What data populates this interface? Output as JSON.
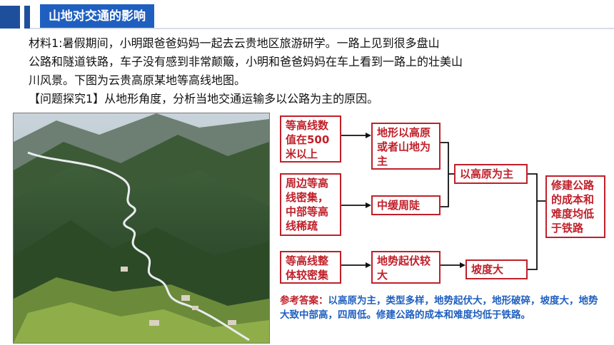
{
  "header": {
    "title": "山地对交通的影响"
  },
  "material": {
    "lines": [
      "材料1:暑假期间，小明跟爸爸妈妈一起去云贵地区旅游研学。一路上见到很多盘山",
      "公路和隧道铁路，车子没有感到非常颠簸，小明和爸爸妈妈在车上看到一路上的壮美山",
      "川风景。下图为云贵高原某地等高线地图。",
      "【问题探究1】从地形角度，分析当地交通运输多以公路为主的原因。"
    ]
  },
  "diagram": {
    "boxes": {
      "contour_over_500": "等高线数值在500米以上",
      "terrain_plateau_mountain": "地形以高原或者山地为主",
      "contour_dense_sparse": "周边等高线密集，中部等高线稀疏",
      "gentle_middle": "中缓周陡",
      "contour_dense_overall": "等高线整体较密集",
      "relief_large": "地势起伏较大",
      "mainly_plateau": "以高原为主",
      "slope_large": "坡度大",
      "conclusion": "修建公路的成本和难度均低于铁路"
    }
  },
  "answer": {
    "lead": "参考答案：",
    "text": "以高原为主，类型多样，地势起伏大，地形破碎，坡度大，地势大致中部高，四周低。修建公路的成本和难度均低于铁路。"
  }
}
